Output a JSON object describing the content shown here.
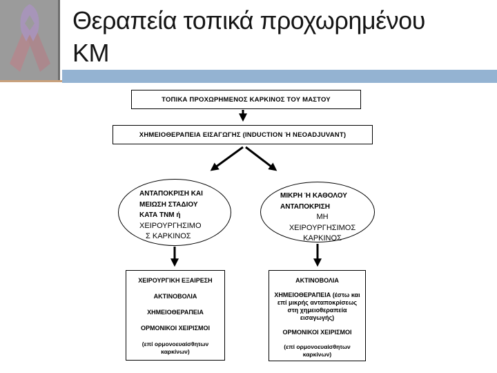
{
  "header": {
    "title_line1": "Θεραπεία τοπικά προχωρημένου",
    "title_line2": "ΚΜ",
    "ribbon_icon": "awareness-ribbon-icon"
  },
  "colors": {
    "blue_bar": "#94b3d2",
    "panel_gray": "#9b9b9b",
    "panel_edge": "#6e6e6e",
    "tan_strip": "#c9a17c",
    "ribbon_pink": "#b2888e",
    "ribbon_lavender": "#a995bd",
    "line_color": "#000000"
  },
  "flowchart": {
    "top_box": "ΤΟΠΙΚΑ ΠΡΟΧΩΡΗΜΕΝΟΣ ΚΑΡΚΙΝΟΣ ΤΟΥ ΜΑΣΤΟΥ",
    "induction_box": "ΧΗΜΕΙΟΘΕΡΑΠΕΙΑ ΕΙΣΑΓΩΓΗΣ (INDUCTION Ή NEOADJUVANT)",
    "left_ellipse": {
      "lines": [
        "ΑΝΤΑΠΟΚΡΙΣΗ ΚΑΙ",
        "ΜΕΙΩΣΗ ΣΤΑΔΙΟΥ",
        "ΚΑΤΑ ΤΝΜ ή",
        "ΧΕΙΡΟΥΡΓΗΣΙΜΟ",
        "Σ ΚΑΡΚΙΝΟΣ"
      ]
    },
    "right_ellipse": {
      "lines": [
        "ΜΙΚΡΗ Ή ΚΑΘΟΛΟΥ",
        "ΑΝΤΑΠΟΚΡΙΣΗ",
        "ΜΗ",
        "ΧΕΙΡΟΥΡΓΗΣΙΜΟΣ",
        "ΚΑΡΚΙΝΟΣ"
      ]
    },
    "bottom_left_box": {
      "lines": [
        "ΧΕΙΡΟΥΡΓΙΚΗ ΕΞΑΙΡΕΣΗ",
        "ΑΚΤΙΝΟΒΟΛΙΑ",
        "ΧΗΜΕΙΟΘΕΡΑΠΕΙΑ",
        "ΟΡΜΟΝΙΚΟΙ ΧΕΙΡΙΣΜΟΙ",
        "(επί ορμονοευαίσθητων καρκίνων)"
      ]
    },
    "bottom_right_box": {
      "lines": [
        "ΑΚΤΙΝΟΒΟΛΙΑ",
        "ΧΗΜΕΙΟΘΕΡΑΠΕΙΑ (έστω και επί μικρής ανταποκρίσεως στη χημειοθεραπεία εισαγωγής)",
        "ΟΡΜΟΝΙΚΟΙ ΧΕΙΡΙΣΜΟΙ",
        "(επί ορμονοευαίσθητων καρκίνων)"
      ]
    }
  }
}
